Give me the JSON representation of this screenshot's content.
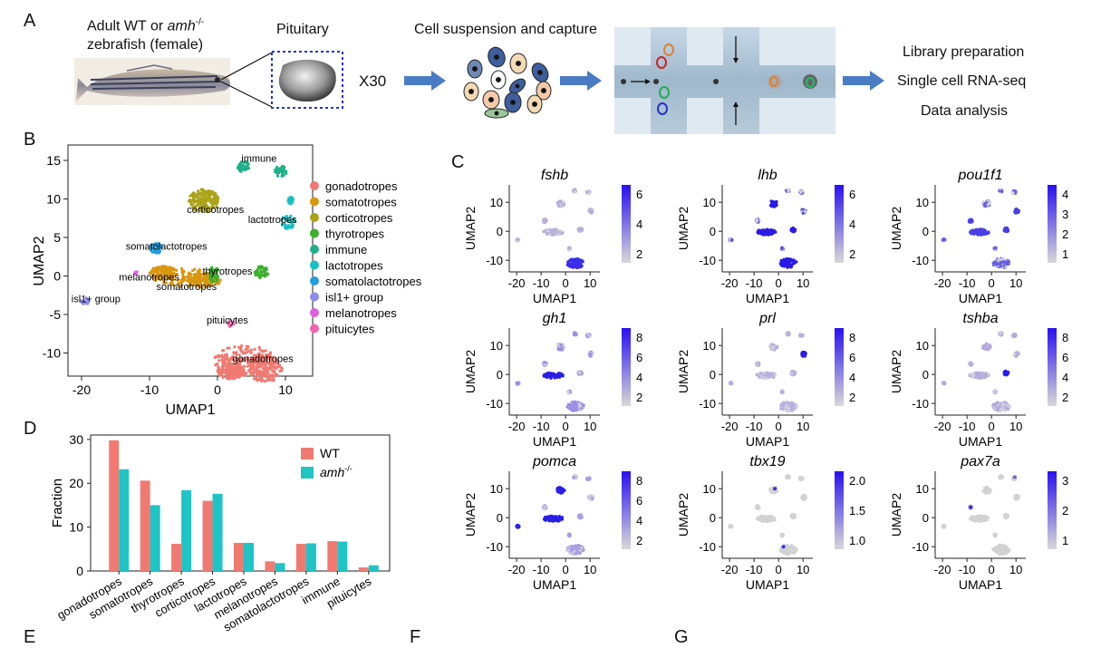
{
  "panels": {
    "A": "A",
    "B": "B",
    "C": "C",
    "D": "D",
    "E": "E",
    "F": "F",
    "G": "G"
  },
  "panelA": {
    "fish_label_1": "Adult WT or ",
    "fish_label_gene": "amh",
    "fish_label_sup": "-/-",
    "fish_label_2": "zebrafish (female)",
    "pituitary": "Pituitary",
    "x30": "X30",
    "cell_suspension": "Cell suspension and capture",
    "steps": [
      "Library preparation",
      "Single cell RNA-seq",
      "Data analysis"
    ]
  },
  "panelB": {
    "xlabel": "UMAP1",
    "ylabel": "UMAP2",
    "xticks": [
      "-20",
      "-10",
      "0",
      "10"
    ],
    "yticks": [
      "15",
      "10",
      "5",
      "0",
      "-5",
      "-10"
    ],
    "cluster_labels": [
      "immune",
      "corticotropes",
      "lactotropes",
      "somatolactotropes",
      "thyrotropes",
      "melanotropes",
      "somatotropes",
      "isl1+ group",
      "pituicytes",
      "gonadotropes"
    ],
    "legend": [
      {
        "name": "gonadotropes",
        "color": "#F07A72"
      },
      {
        "name": "somatotropes",
        "color": "#D8960C"
      },
      {
        "name": "corticotropes",
        "color": "#ABA41A"
      },
      {
        "name": "thyrotropes",
        "color": "#3DAF2E"
      },
      {
        "name": "immune",
        "color": "#1EB089"
      },
      {
        "name": "lactotropes",
        "color": "#16BFC3"
      },
      {
        "name": "somatolactotropes",
        "color": "#1E9DE3"
      },
      {
        "name": "isl1+ group",
        "color": "#8B8CF0"
      },
      {
        "name": "melanotropes",
        "color": "#E060E0"
      },
      {
        "name": "pituicytes",
        "color": "#F266AE"
      }
    ]
  },
  "panelC": {
    "xlabel": "UMAP1",
    "ylabel": "UMAP2",
    "xticks": [
      "-20",
      "-10",
      "0",
      "10"
    ],
    "yticks": [
      "10",
      "0",
      "-10"
    ],
    "genes": [
      {
        "name": "fshb",
        "scale": [
          "6",
          "4",
          "2"
        ]
      },
      {
        "name": "lhb",
        "scale": [
          "6",
          "4",
          "2"
        ]
      },
      {
        "name": "pou1f1",
        "scale": [
          "4",
          "3",
          "2",
          "1"
        ]
      },
      {
        "name": "gh1",
        "scale": [
          "8",
          "6",
          "4",
          "2"
        ]
      },
      {
        "name": "prl",
        "scale": [
          "8",
          "6",
          "4",
          "2"
        ]
      },
      {
        "name": "tshba",
        "scale": [
          "8",
          "6",
          "4",
          "2"
        ]
      },
      {
        "name": "pomca",
        "scale": [
          "8",
          "6",
          "4",
          "2"
        ]
      },
      {
        "name": "tbx19",
        "scale": [
          "2.0",
          "1.5",
          "1.0"
        ]
      },
      {
        "name": "pax7a",
        "scale": [
          "3",
          "2",
          "1"
        ]
      }
    ]
  },
  "chart_data": {
    "type": "bar",
    "categories": [
      "gonadotropes",
      "somatotropes",
      "thyrotropes",
      "corticotropes",
      "lactotropes",
      "melanotropes",
      "somatolactotropes",
      "immune",
      "pituicytes"
    ],
    "series": [
      {
        "name": "WT",
        "color": "#F07A72",
        "values": [
          29.8,
          20.6,
          6.2,
          16.0,
          6.4,
          2.2,
          6.2,
          6.8,
          0.8
        ]
      },
      {
        "name": "amh-/-",
        "color": "#1FC4C4",
        "values": [
          23.2,
          15.0,
          18.4,
          17.6,
          6.4,
          1.8,
          6.3,
          6.7,
          1.3
        ]
      }
    ],
    "ylabel": "Fraction",
    "yticks": [
      "0",
      "10",
      "20",
      "30"
    ],
    "ylim": [
      0,
      31
    ],
    "legend_wt": "WT",
    "legend_mut": "amh",
    "legend_mut_sup": "-/-"
  }
}
